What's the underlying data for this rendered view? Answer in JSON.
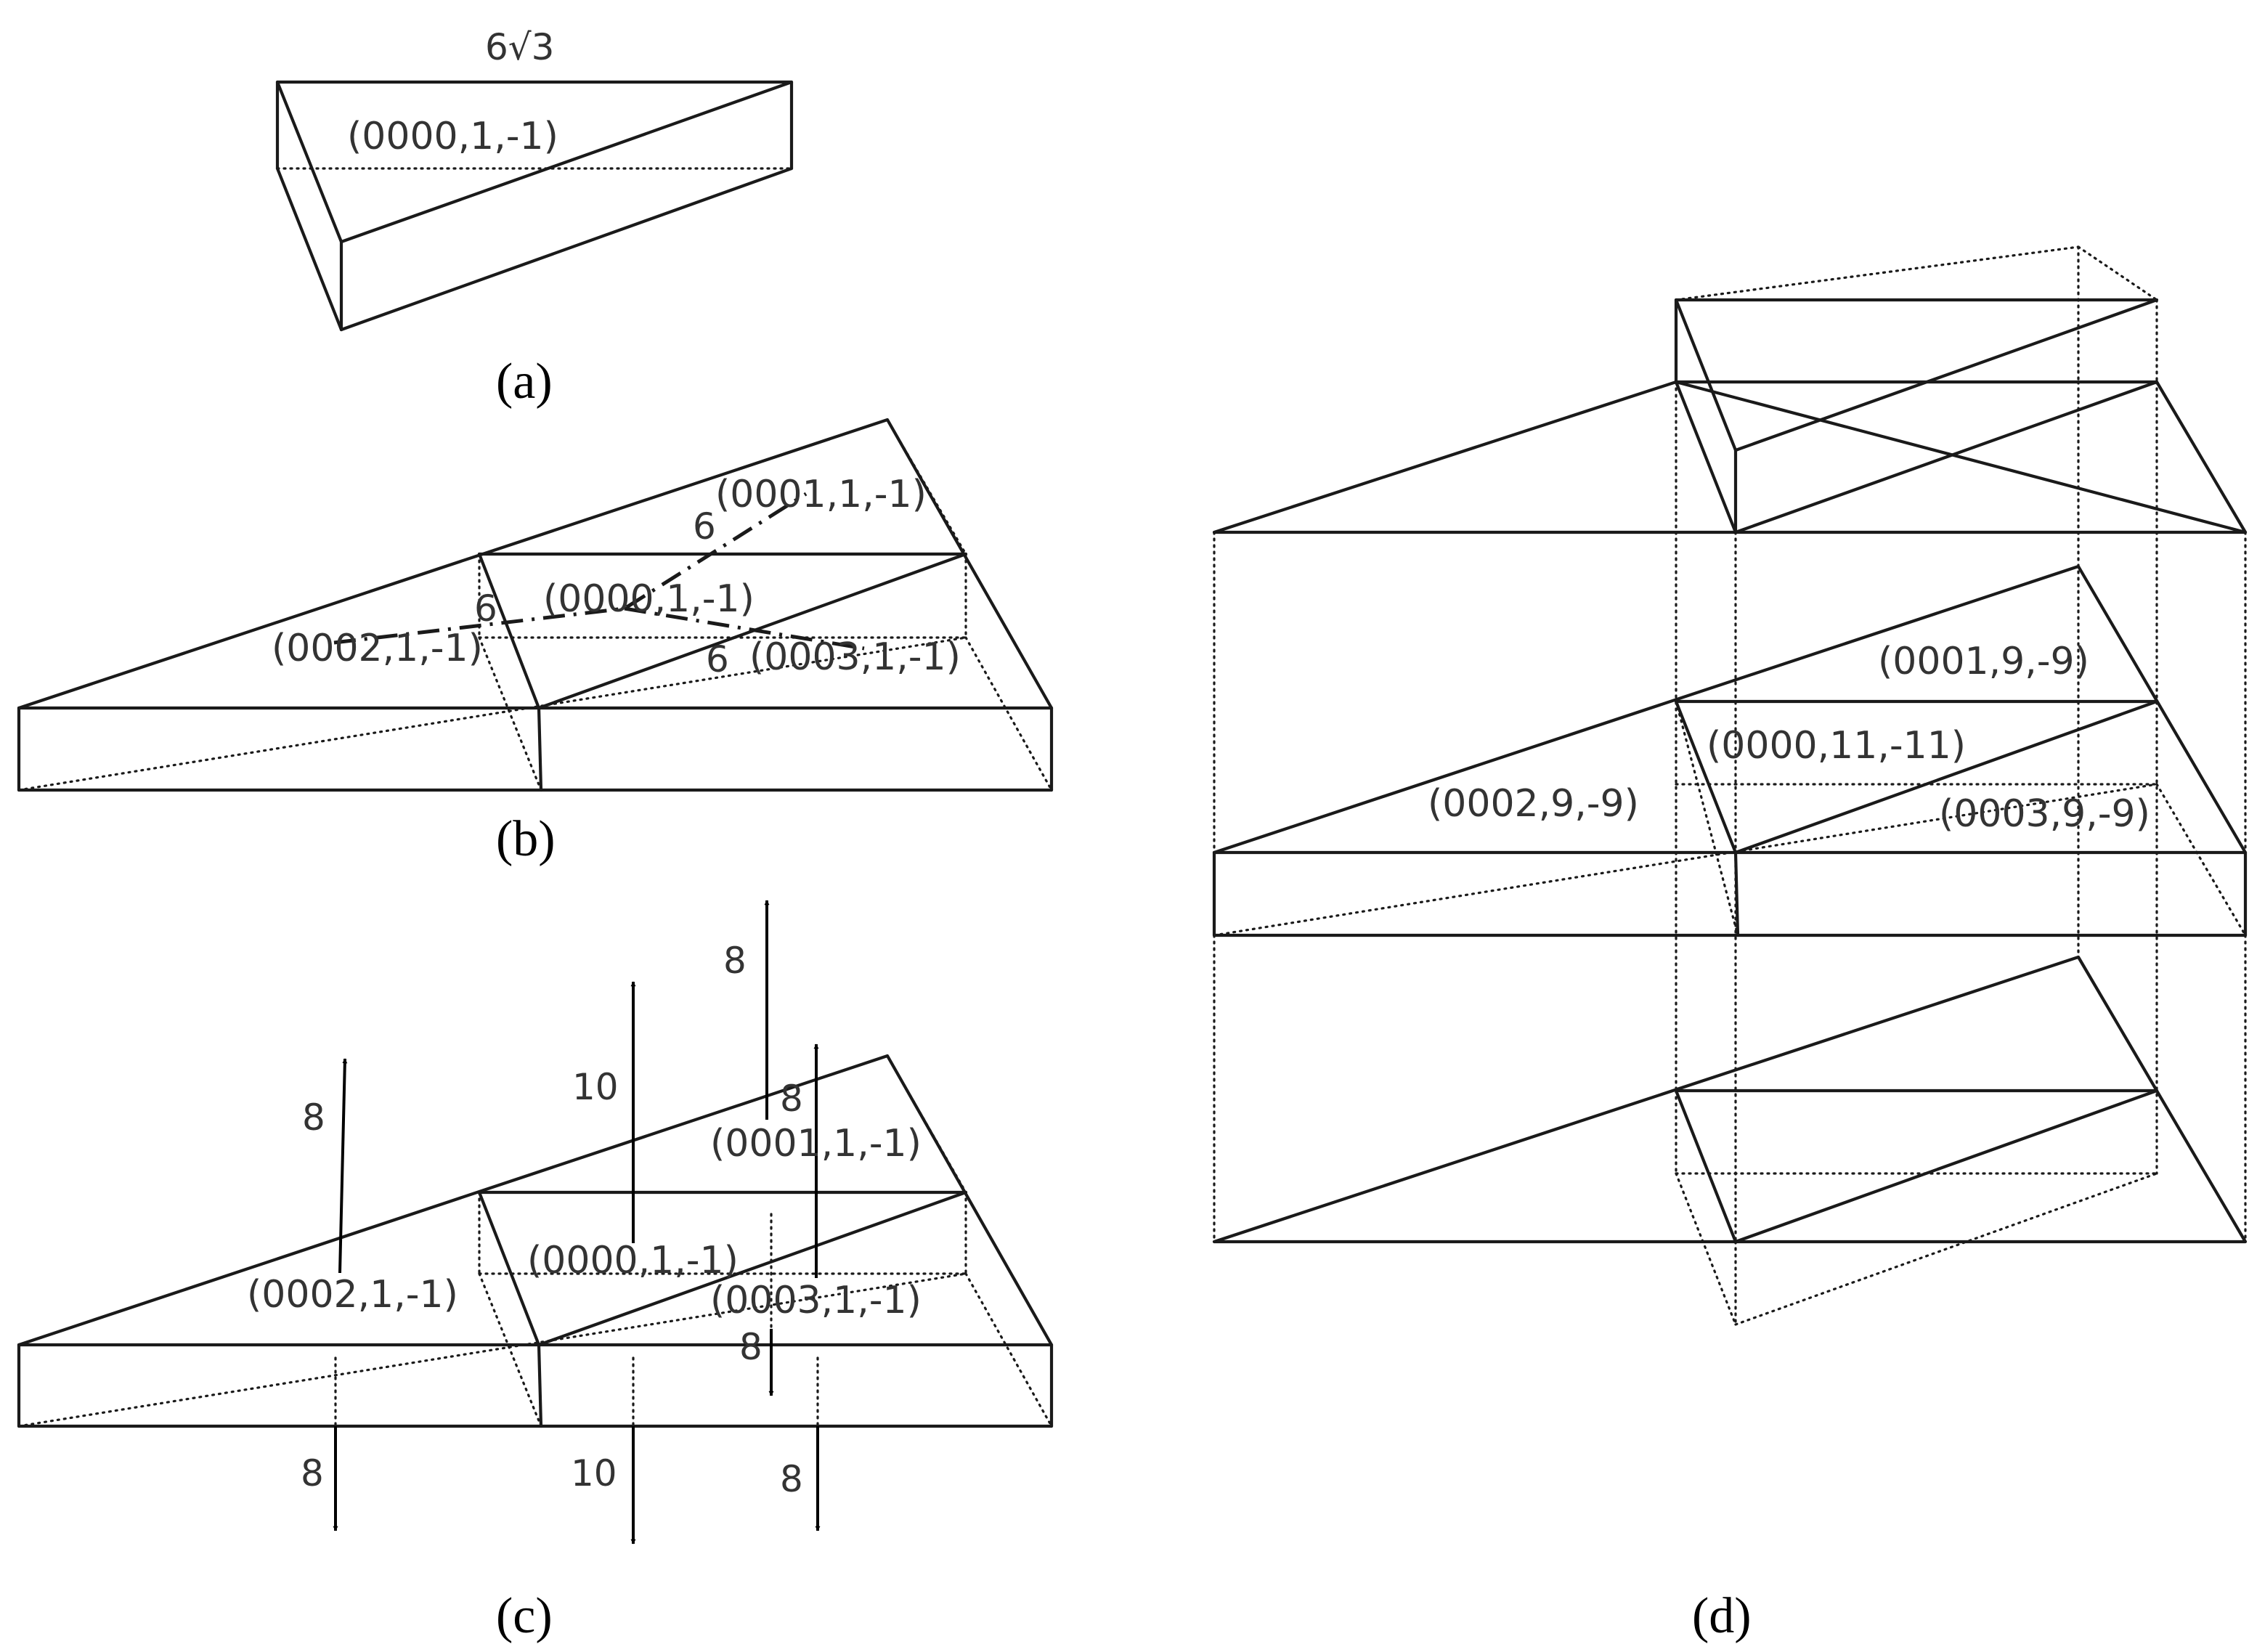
{
  "panel_a": {
    "caption": "(a)",
    "edge_label": "6√3",
    "block_label": "(0000,1,-1)"
  },
  "panel_b": {
    "caption": "(b)",
    "labels": {
      "b0001": "(0001,1,-1)",
      "b0000": "(0000,1,-1)",
      "b0002": "(0002,1,-1)",
      "b0003": "(0003,1,-1)"
    },
    "distances": {
      "upper": "6",
      "left": "6",
      "lower": "6"
    }
  },
  "panel_c": {
    "caption": "(c)",
    "labels": {
      "c0001": "(0001,1,-1)",
      "c0000": "(0000,1,-1)",
      "c0002": "(0002,1,-1)",
      "c0003": "(0003,1,-1)"
    },
    "forces": {
      "up_left": "8",
      "up_center": "10",
      "up_back": "8",
      "up_right": "8",
      "down_left": "8",
      "down_center": "10",
      "down_right": "8",
      "down_small": "8"
    }
  },
  "panel_d": {
    "caption": "(d)",
    "labels": {
      "d0001": "(0001,9,-9)",
      "d0000": "(0000,11,-11)",
      "d0002": "(0002,9,-9)",
      "d0003": "(0003,9,-9)"
    }
  }
}
